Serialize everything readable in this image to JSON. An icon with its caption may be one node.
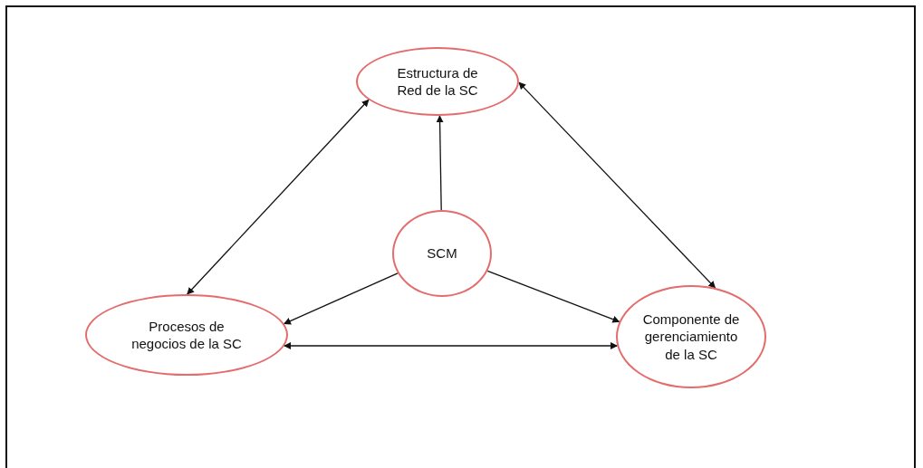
{
  "diagram": {
    "nodes": [
      {
        "text": [
          "Estructura de Red de la SC"
        ]
      },
      {
        "text": [
          "SCM"
        ]
      },
      {
        "text": [
          "Procesos de negocios de la SC"
        ]
      },
      {
        "text": [
          "Componente de gerenciamiento de la SC"
        ]
      }
    ],
    "edges": [
      {
        "from": 1,
        "to": 0,
        "arrow": "to"
      },
      {
        "from": 1,
        "to": 2,
        "arrow": "to"
      },
      {
        "from": 1,
        "to": 3,
        "arrow": "to"
      },
      {
        "from": 0,
        "to": 2,
        "arrow": "both"
      },
      {
        "from": 0,
        "to": 3,
        "arrow": "both"
      },
      {
        "from": 2,
        "to": 3,
        "arrow": "both"
      }
    ]
  }
}
